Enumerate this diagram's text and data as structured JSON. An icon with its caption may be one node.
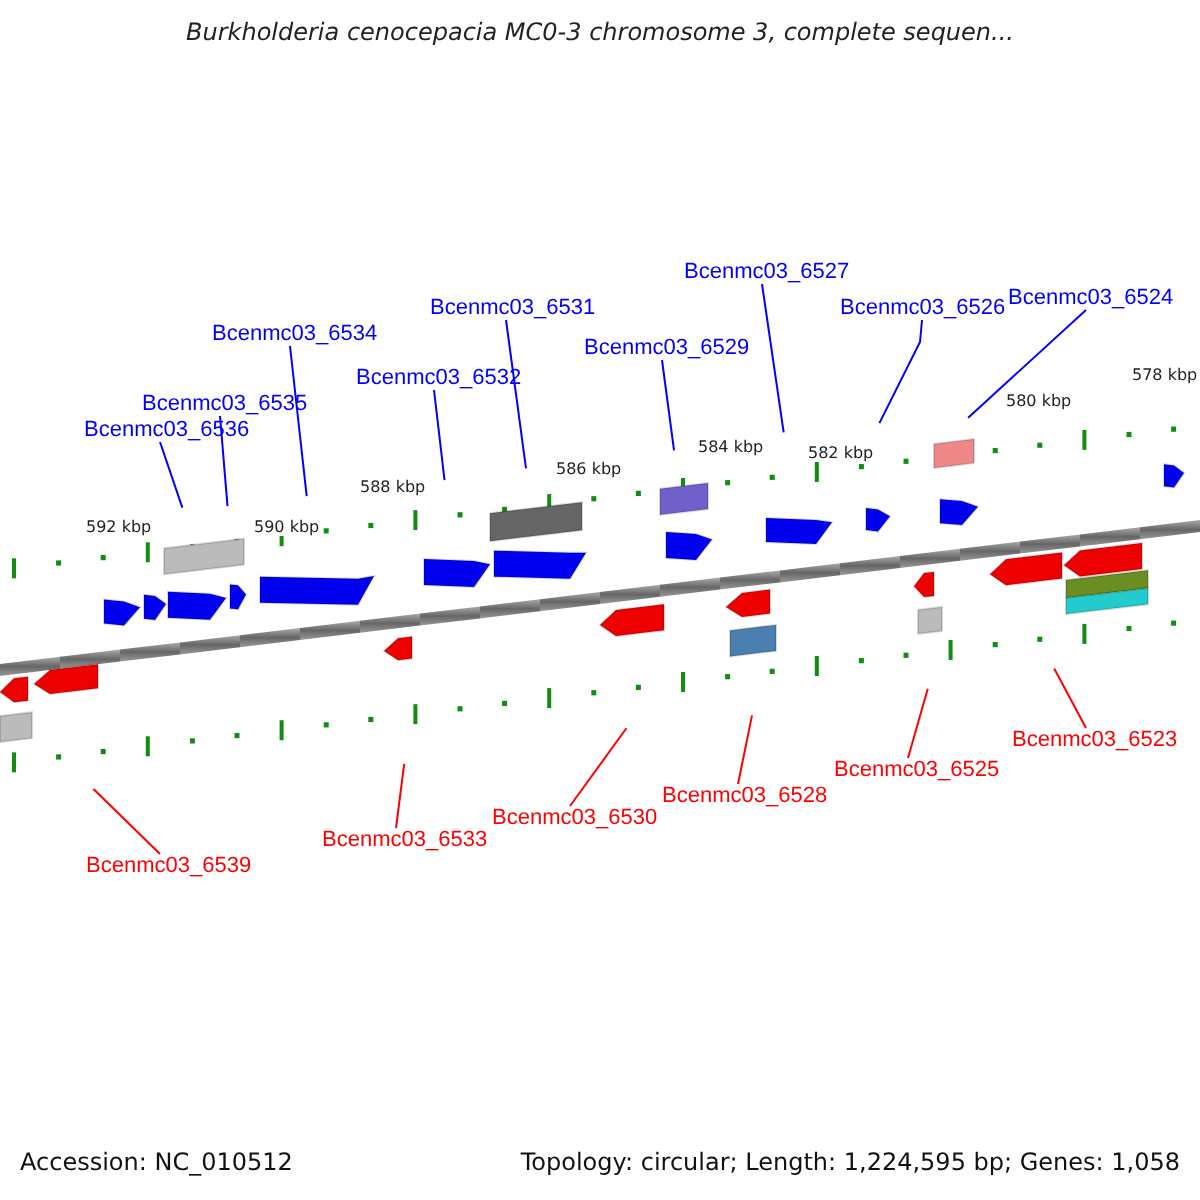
{
  "diagram": {
    "title": "Burkholderia cenocepacia MC0-3 chromosome 3, complete sequen...",
    "nodes": [
      {
        "text": [
          "Bcenmc03_6536"
        ]
      },
      {
        "text": [
          "Bcenmc03_6535"
        ]
      },
      {
        "text": [
          "Bcenmc03_6534"
        ]
      },
      {
        "text": [
          "Bcenmc03_6532"
        ]
      },
      {
        "text": [
          "Bcenmc03_6531"
        ]
      },
      {
        "text": [
          "Bcenmc03_6529"
        ]
      },
      {
        "text": [
          "Bcenmc03_6527"
        ]
      },
      {
        "text": [
          "Bcenmc03_6526"
        ]
      },
      {
        "text": [
          "Bcenmc03_6524"
        ]
      },
      {
        "text": [
          "Bcenmc03_6539"
        ]
      },
      {
        "text": [
          "Bcenmc03_6533"
        ]
      },
      {
        "text": [
          "Bcenmc03_6530"
        ]
      },
      {
        "text": [
          "Bcenmc03_6528"
        ]
      },
      {
        "text": [
          "Bcenmc03_6525"
        ]
      },
      {
        "text": [
          "Bcenmc03_6523"
        ]
      }
    ],
    "edges": [
      {
        "from": 0,
        "to": null,
        "arrow": "none"
      },
      {
        "from": 1,
        "to": null,
        "arrow": "none"
      },
      {
        "from": 2,
        "to": null,
        "arrow": "none"
      },
      {
        "from": 3,
        "to": null,
        "arrow": "none"
      },
      {
        "from": 4,
        "to": null,
        "arrow": "none"
      },
      {
        "from": 5,
        "to": null,
        "arrow": "none"
      },
      {
        "from": 6,
        "to": null,
        "arrow": "none"
      },
      {
        "from": 7,
        "to": null,
        "arrow": "none"
      },
      {
        "from": 8,
        "to": null,
        "arrow": "none"
      },
      {
        "from": 9,
        "to": null,
        "arrow": "none",
        "color": "#ff0000"
      },
      {
        "from": 10,
        "to": null,
        "arrow": "none",
        "color": "#ff0000"
      },
      {
        "from": 11,
        "to": null,
        "arrow": "none",
        "color": "#ff0000"
      },
      {
        "from": 12,
        "to": null,
        "arrow": "none",
        "color": "#ff0000"
      },
      {
        "from": 13,
        "to": null,
        "arrow": "none",
        "color": "#ff0000"
      },
      {
        "from": 14,
        "to": null,
        "arrow": "none",
        "color": "#ff0000"
      }
    ],
    "labels": [
      "578 kbp",
      "580 kbp",
      "582 kbp",
      "584 kbp",
      "586 kbp",
      "588 kbp",
      "590 kbp",
      "592 kbp",
      "Accession: NC_010512",
      "Topology: circular; Length: 1,224,595 bp; Genes: 1,058"
    ]
  }
}
